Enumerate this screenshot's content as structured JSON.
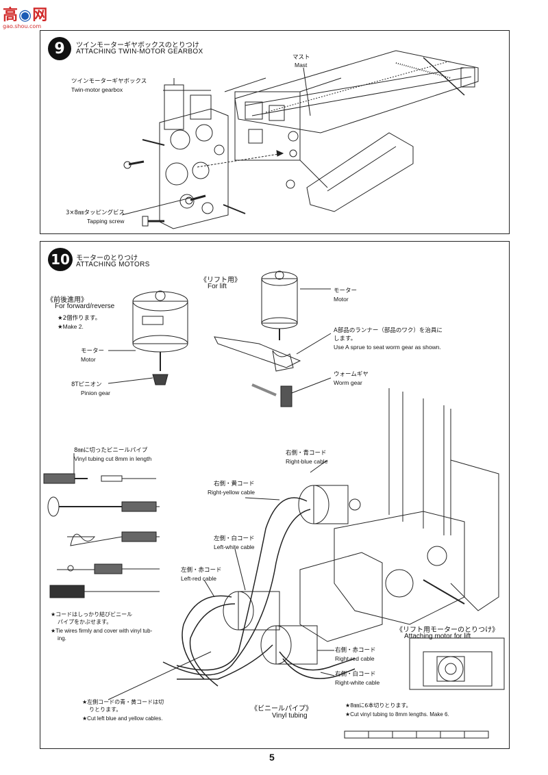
{
  "watermark": {
    "text_a": "高",
    "text_b": "网",
    "url": "gao.shou.com"
  },
  "step9": {
    "number": "9",
    "title_jp": "ツインモーターギヤボックスのとりつけ",
    "title_en": "ATTACHING TWIN-MOTOR GEARBOX",
    "mast_jp": "マスト",
    "mast_en": "Mast",
    "gearbox_jp": "ツインモーターギヤボックス",
    "gearbox_en": "Twin-motor gearbox",
    "screw_jp": "3×8㎜タッピングビス",
    "screw_en": "Tapping screw"
  },
  "step10": {
    "number": "10",
    "title_jp": "モーターのとりつけ",
    "title_en": "ATTACHING MOTORS",
    "forward_jp": "《前後進用》",
    "forward_en": "For forward/reverse",
    "make2_jp": "★2個作ります。",
    "make2_en": "★Make 2.",
    "motor_jp": "モーター",
    "motor_en": "Motor",
    "pinion_jp": "8Tピニオン",
    "pinion_en": "Pinion gear",
    "lift_jp": "《リフト用》",
    "lift_en": "For lift",
    "motor2_jp": "モーター",
    "motor2_en": "Motor",
    "sprue_jp_1": "A部品のランナー（部品のワク）を治具に",
    "sprue_jp_2": "します。",
    "sprue_en": "Use A sprue to seat worm gear as shown.",
    "worm_jp": "ウォームギヤ",
    "worm_en": "Worm gear",
    "tubing_cut_jp": "8㎜に切ったビニールパイプ",
    "tubing_cut_en": "Vinyl tubing cut 8mm in length",
    "tie_jp_1": "★コードはしっかり結びビニール",
    "tie_jp_2": "パイプをかぶせます。",
    "tie_en_1": "★Tie wires firmly and cover with vinyl tub-",
    "tie_en_2": "ing.",
    "right_blue_jp": "右側・青コード",
    "right_blue_en": "Right-blue cable",
    "right_yellow_jp": "右側・黄コード",
    "right_yellow_en": "Right-yellow cable",
    "left_white_jp": "左側・白コード",
    "left_white_en": "Left-white cable",
    "left_red_jp": "左側・赤コード",
    "left_red_en": "Left-red cable",
    "right_red_jp": "右側・赤コード",
    "right_red_en": "Right-red cable",
    "right_white_jp": "右側・白コード",
    "right_white_en": "Right-white cable",
    "lift_motor_jp": "《リフト用モーターのとりつけ》",
    "lift_motor_en": "Attaching motor for lift",
    "cut_left_jp": "★左側コードの青・黄コードは切",
    "cut_left_jp_2": "りとります。",
    "cut_left_en": "★Cut left blue and yellow cables.",
    "vinyl_jp": "《ビニールパイプ》",
    "vinyl_en": "Vinyl tubing",
    "make6_jp": "★8㎜に6本切りとります。",
    "make6_en": "★Cut vinyl tubing to 8mm lengths. Make 6."
  },
  "page_number": "5"
}
